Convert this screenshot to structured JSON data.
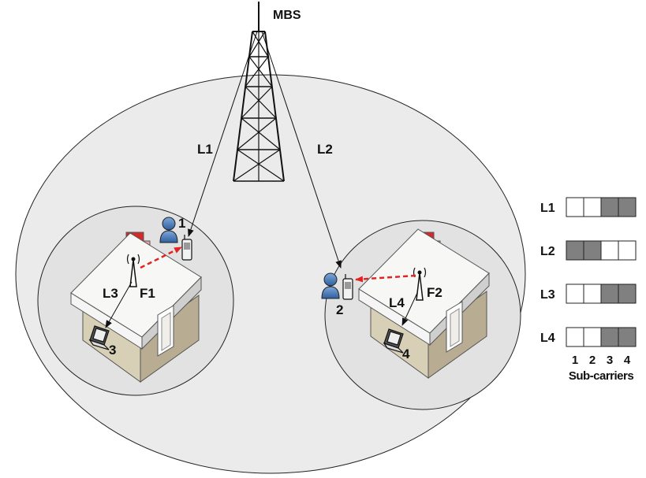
{
  "tower_label": "MBS",
  "links": {
    "l1": "L1",
    "l2": "L2",
    "l3": "L3",
    "l4": "L4"
  },
  "femtocells": {
    "f1": "F1",
    "f2": "F2"
  },
  "users": {
    "u1": "1",
    "u2": "2",
    "u3": "3",
    "u4": "4"
  },
  "subcarrier_table": {
    "rows": [
      {
        "label": "L1",
        "cells": [
          "empty",
          "empty",
          "filled",
          "filled"
        ]
      },
      {
        "label": "L2",
        "cells": [
          "filled",
          "filled",
          "empty",
          "empty"
        ]
      },
      {
        "label": "L3",
        "cells": [
          "empty",
          "empty",
          "filled",
          "filled"
        ]
      },
      {
        "label": "L4",
        "cells": [
          "empty",
          "empty",
          "filled",
          "filled"
        ]
      }
    ],
    "column_numbers": [
      "1",
      "2",
      "3",
      "4"
    ],
    "axis_label": "Sub-carriers"
  },
  "colors": {
    "macro_cell": "#ebebeb",
    "femto_cell": "#e2e2e2",
    "interference": "#e32222",
    "filled_cell": "#808080",
    "house_wall": "#d8cfb7",
    "roof": "#f5f5f5",
    "chimney": "#d42a2a",
    "person": "#4a7ab8"
  }
}
